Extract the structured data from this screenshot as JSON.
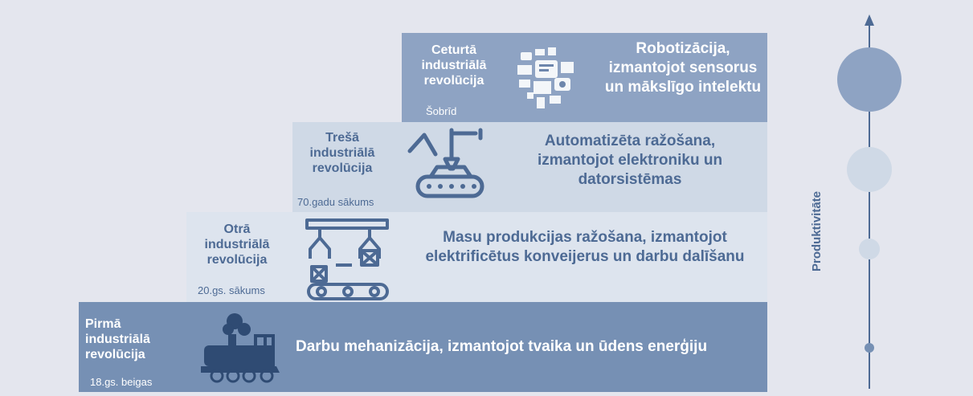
{
  "revolutions": [
    {
      "title": "Pirmā industriālā revolūcija",
      "date": "18.gs. beigas",
      "description": "Darbu mehanizācija, izmantojot tvaika un ūdens enerģiju",
      "icon": "steam-locomotive-icon"
    },
    {
      "title": "Otrā industriālā revolūcija",
      "date": "20.gs. sākums",
      "description": "Masu produkcijas ražošana, izmantojot elektrificētus konveijerus un darbu dalīšanu",
      "icon": "conveyor-belt-icon"
    },
    {
      "title": "Trešā industriālā revolūcija",
      "date": "70.gadu sākums",
      "description": "Automatizēta ražošana, izmantojot elektroniku un datorsistēmas",
      "icon": "robot-arm-icon"
    },
    {
      "title": "Ceturtā industriālā revolūcija",
      "date": "Šobrīd",
      "description": "Robotizācija, izmantojot sensorus un mākslīgo intelektu",
      "icon": "data-cloud-icon"
    }
  ],
  "productivity": {
    "label": "Produktivitāte",
    "levels": [
      4,
      3,
      2,
      1
    ]
  }
}
